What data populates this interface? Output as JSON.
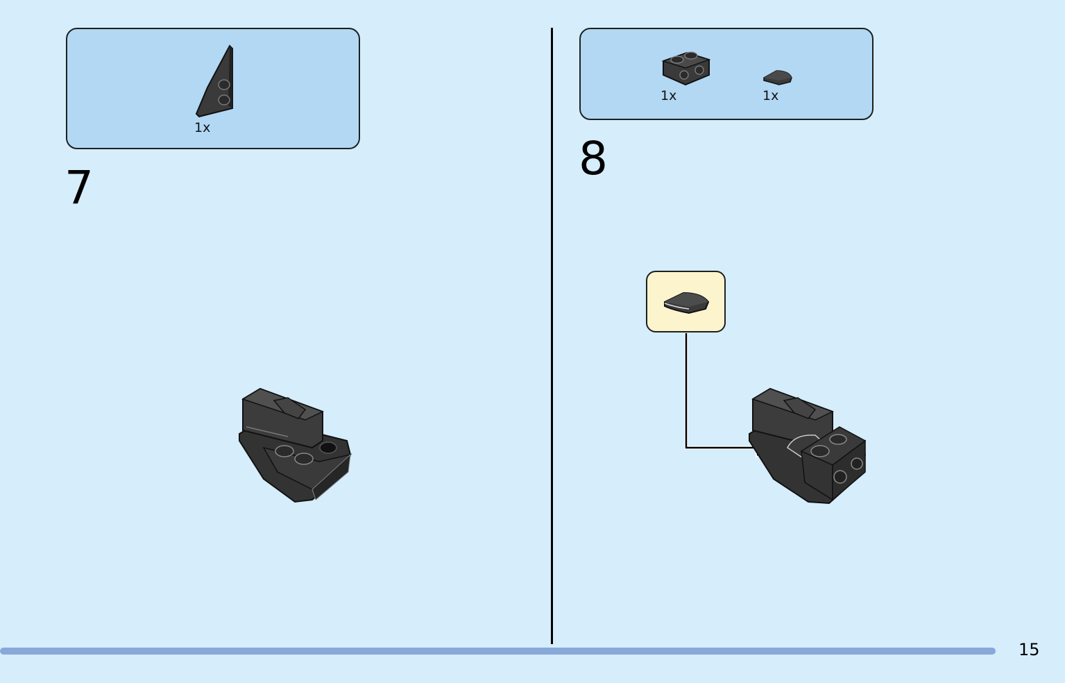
{
  "steps": [
    {
      "number": "7",
      "parts": [
        {
          "icon": "wedge-plate-icon",
          "quantity": "1x"
        }
      ]
    },
    {
      "number": "8",
      "parts": [
        {
          "icon": "bracket-plate-icon",
          "quantity": "1x"
        },
        {
          "icon": "quarter-round-tile-icon",
          "quantity": "1x"
        }
      ],
      "callout": {
        "icon": "quarter-round-tile-icon"
      }
    }
  ],
  "page": {
    "number": "15"
  },
  "colors": {
    "background": "#d6edfb",
    "parts_box": "#b2d8f4",
    "callout": "#fbf4cc",
    "progress_bar": "#87a8d9",
    "brick": "#3a3a3a"
  }
}
